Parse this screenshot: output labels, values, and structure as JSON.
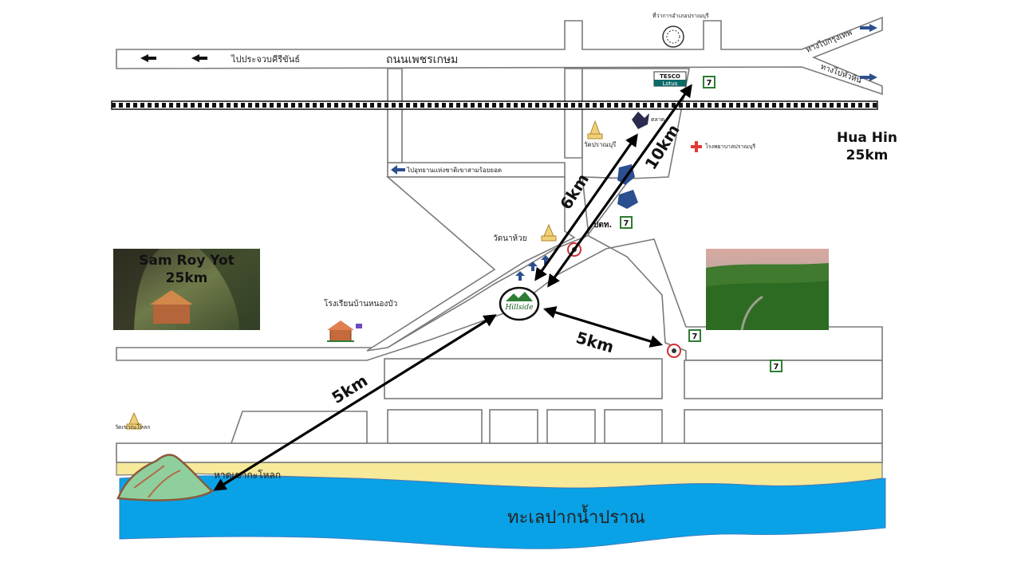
{
  "roads": {
    "phetkasem": "ถนนเพชรเกษม",
    "to_prachuap": "ไปประจวบคีรีขันธ์",
    "to_bangkok": "ทางไปกรุงเทพ",
    "to_huahin": "ทางไปหัวหิน",
    "to_national_park": "ไปอุทยานแห่งชาติเขาสามร้อยยอด"
  },
  "places": {
    "pranburi_district": "ที่ว่าการอำเภอปราณบุรี",
    "tesco_top": "TESCO",
    "tesco_bottom": "Lotus",
    "wat_pranburi": "วัดปราณบุรี",
    "market": "ตลาด",
    "hospital": "โรงพยาบาลปราณบุรี",
    "ptt": "ปตท.",
    "wat_na_huai": "วัดนาห้วย",
    "school": "โรงเรียนบ้านหนองบัว",
    "wat_khao_kalok": "วัดเขากะโหลก",
    "beach": "หาดเขากะโหลก",
    "sea": "ทะเลปากน้ำปราณ",
    "hotel_logo": "Hillside"
  },
  "distances": {
    "d1": "6km",
    "d2": "10km",
    "d3": "5km",
    "d4": "5km"
  },
  "callouts": {
    "hua_hin_name": "Hua Hin",
    "hua_hin_dist": "25km",
    "sam_roy_yot_name": "Sam Roy Yot",
    "sam_roy_yot_dist": "25km"
  },
  "colors": {
    "sea": "#0aa2e6",
    "beach": "#f6e99a",
    "signs": "#2b4f8f",
    "road_outline": "#7a7a7a",
    "circle_logo": "#2e7d32"
  }
}
